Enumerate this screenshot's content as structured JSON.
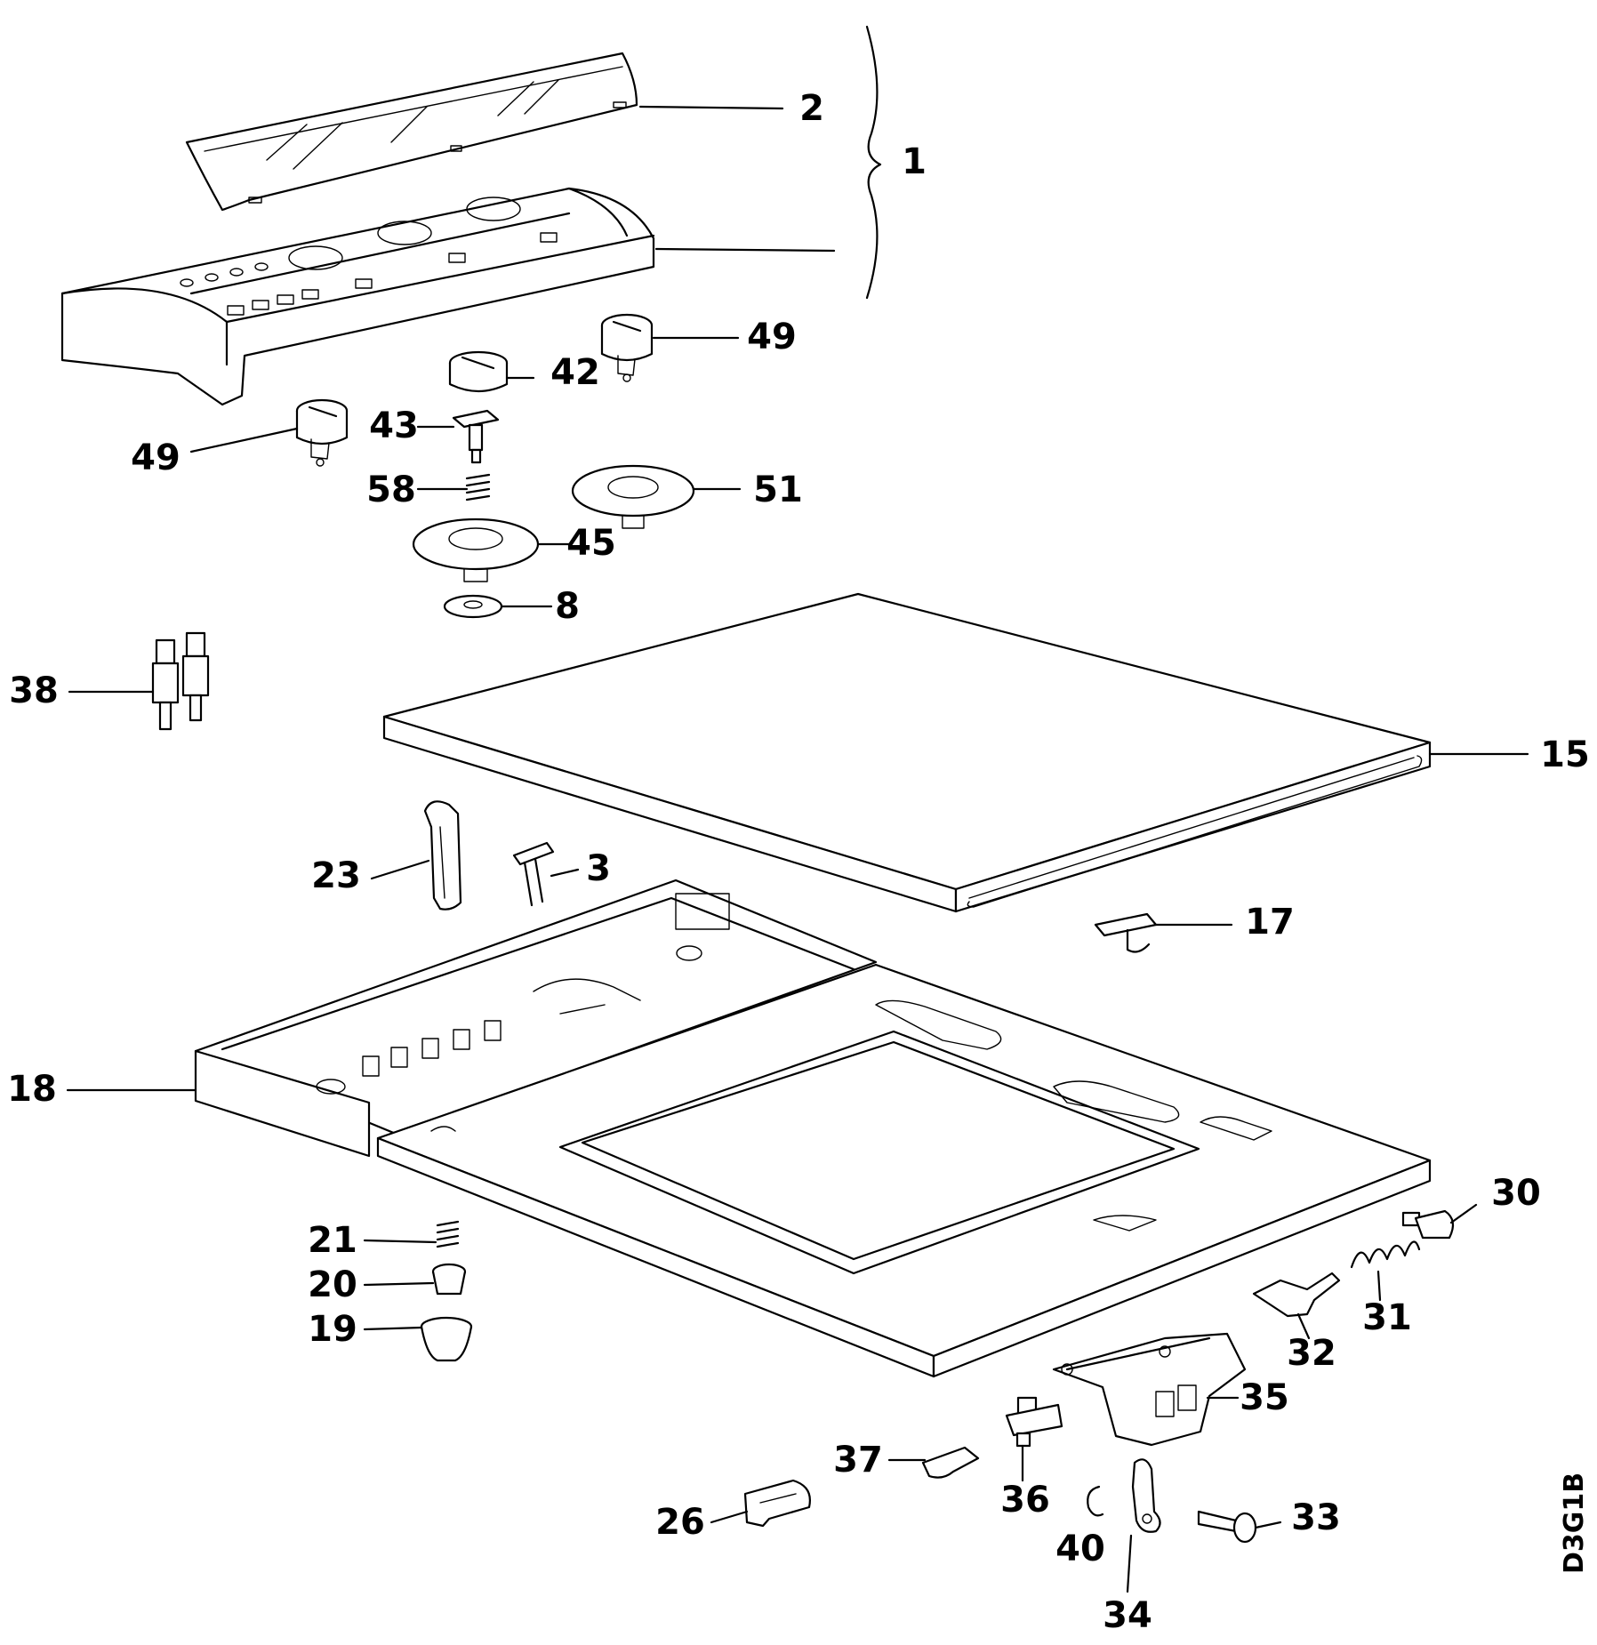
{
  "drawing_code": "D3G1B",
  "parts": [
    {
      "id": "p1",
      "label": "1"
    },
    {
      "id": "p2",
      "label": "2"
    },
    {
      "id": "p3",
      "label": "3"
    },
    {
      "id": "p8",
      "label": "8"
    },
    {
      "id": "p15",
      "label": "15"
    },
    {
      "id": "p17",
      "label": "17"
    },
    {
      "id": "p18",
      "label": "18"
    },
    {
      "id": "p19",
      "label": "19"
    },
    {
      "id": "p20",
      "label": "20"
    },
    {
      "id": "p21",
      "label": "21"
    },
    {
      "id": "p23",
      "label": "23"
    },
    {
      "id": "p26",
      "label": "26"
    },
    {
      "id": "p30",
      "label": "30"
    },
    {
      "id": "p31",
      "label": "31"
    },
    {
      "id": "p32",
      "label": "32"
    },
    {
      "id": "p33",
      "label": "33"
    },
    {
      "id": "p34",
      "label": "34"
    },
    {
      "id": "p35",
      "label": "35"
    },
    {
      "id": "p36",
      "label": "36"
    },
    {
      "id": "p37",
      "label": "37"
    },
    {
      "id": "p38",
      "label": "38"
    },
    {
      "id": "p40",
      "label": "40"
    },
    {
      "id": "p42",
      "label": "42"
    },
    {
      "id": "p43",
      "label": "43"
    },
    {
      "id": "p45",
      "label": "45"
    },
    {
      "id": "p49a",
      "label": "49"
    },
    {
      "id": "p49b",
      "label": "49"
    },
    {
      "id": "p51",
      "label": "51"
    },
    {
      "id": "p58",
      "label": "58"
    }
  ]
}
